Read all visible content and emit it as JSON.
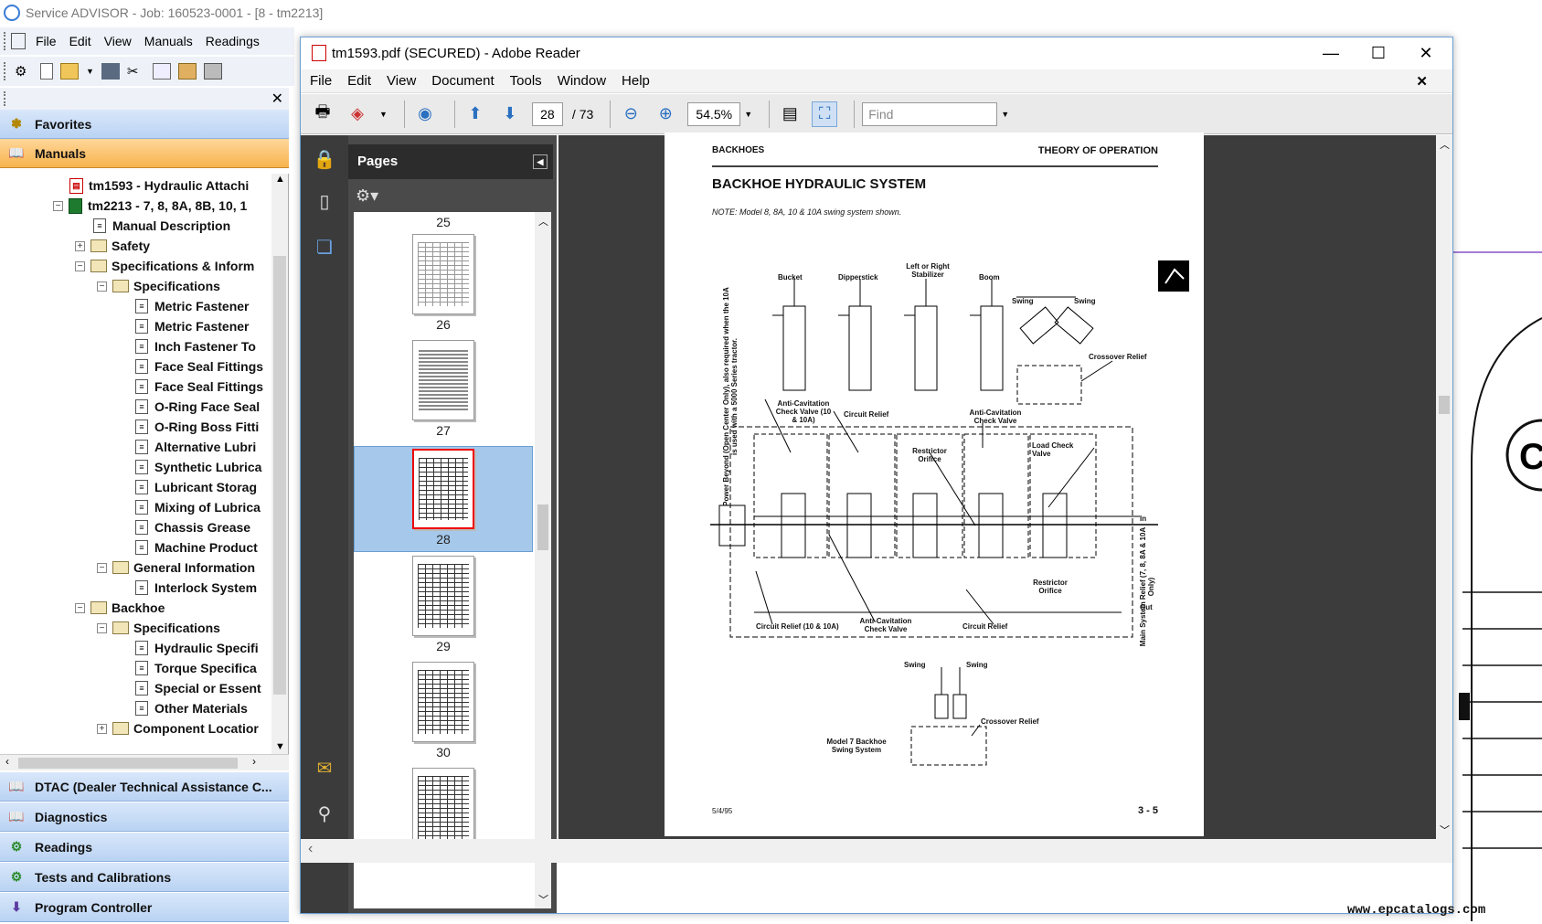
{
  "service_advisor": {
    "title": "Service ADVISOR - Job: 160523-0001 - [8 - tm2213]",
    "menu": [
      "File",
      "Edit",
      "View",
      "Manuals",
      "Readings"
    ],
    "nav": {
      "favorites": "Favorites",
      "manuals": "Manuals",
      "dtac": "DTAC (Dealer Technical Assistance C...",
      "diagnostics": "Diagnostics",
      "readings": "Readings",
      "tests": "Tests and Calibrations",
      "program_controller": "Program Controller"
    },
    "tree": [
      "tm1593 - Hydraulic Attachi",
      "tm2213 - 7, 8, 8A, 8B, 10, 1",
      "Manual Description",
      "Safety",
      "Specifications & Inform",
      "Specifications",
      "Metric Fastener",
      "Metric Fastener",
      "Inch Fastener To",
      "Face Seal Fittings",
      "Face Seal Fittings",
      "O-Ring Face Seal",
      "O-Ring Boss Fitti",
      "Alternative Lubri",
      "Synthetic Lubrica",
      "Lubricant Storag",
      "Mixing of Lubrica",
      "Chassis Grease",
      "Machine Product",
      "General Information",
      "Interlock System",
      "Backhoe",
      "Specifications",
      "Hydraulic Specifi",
      "Torque Specifica",
      "Special or Essent",
      "Other Materials",
      "Component Locatior"
    ]
  },
  "reader": {
    "title": "tm1593.pdf (SECURED) - Adobe Reader",
    "menu": [
      "File",
      "Edit",
      "View",
      "Document",
      "Tools",
      "Window",
      "Help"
    ],
    "page_current": "28",
    "page_total": "/ 73",
    "zoom": "54.5%",
    "find_placeholder": "Find",
    "pages_panel_title": "Pages",
    "thumbnails": [
      "25",
      "26",
      "27",
      "28",
      "29",
      "30"
    ],
    "selected_page": "28"
  },
  "pdf_page": {
    "header_left": "BACKHOES",
    "header_right": "THEORY OF OPERATION",
    "title": "BACKHOE HYDRAULIC SYSTEM",
    "note": "NOTE: Model 8, 8A, 10 & 10A swing system shown.",
    "side_label": "Power Beyond (Open Center Only), also required when the 10A is used with a 5000 Series tractor.",
    "right_label": "Main System Relief (7, 8, 8A & 10A Only)",
    "cylinders": [
      "Bucket",
      "Dipperstick",
      "Left or Right Stabilizer",
      "Boom"
    ],
    "swing_top": [
      "Swing",
      "Swing"
    ],
    "labels": {
      "crossover_top": "Crossover Relief",
      "anticav_check": "Anti-Cavitation Check Valve (10 & 10A)",
      "circuit_relief_a": "Circuit Relief",
      "restrictor_a": "Restrictor Orifice",
      "anticav_check_b": "Anti-Cavitation Check Valve",
      "load_check": "Load Check Valve",
      "restrictor_b": "Restrictor Orifice",
      "in": "In",
      "out": "Out",
      "circuit_relief_b": "Circuit Relief (10 & 10A)",
      "anticav_c": "Anti-Cavitation Check Valve",
      "circuit_relief_c": "Circuit Relief",
      "swing_bottom_l": "Swing",
      "swing_bottom_r": "Swing",
      "crossover_bottom": "Crossover Relief",
      "model7": "Model 7 Backhoe Swing System"
    },
    "footer_left": "5/4/95",
    "footer_right": "3 - 5"
  },
  "watermark": "www.epcatalogs.com"
}
